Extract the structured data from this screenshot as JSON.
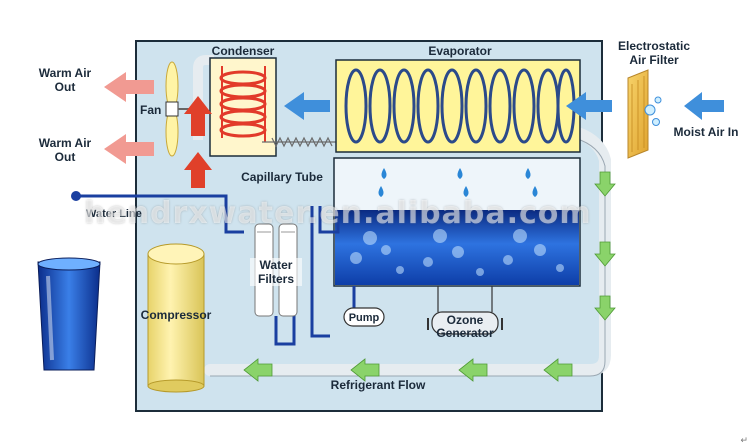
{
  "labels": {
    "condenser": "Condenser",
    "evaporator": "Evaporator",
    "electrostatic_filter_line1": "Electrostatic",
    "electrostatic_filter_line2": "Air Filter",
    "moist_air_in": "Moist Air In",
    "warm_air_out_1_line1": "Warm Air",
    "warm_air_out_1_line2": "Out",
    "warm_air_out_2_line1": "Warm Air",
    "warm_air_out_2_line2": "Out",
    "fan": "Fan",
    "capillary_tube": "Capillary Tube",
    "water_line": "Water Line",
    "water_filters_line1": "Water",
    "water_filters_line2": "Filters",
    "compressor": "Compressor",
    "pump": "Pump",
    "ozone_generator_line1": "Ozone",
    "ozone_generator_line2": "Generator",
    "refrigerant_flow": "Refrigerant Flow"
  },
  "watermark": "hendrxwater.en.alibaba.com",
  "corner_mark": "↵",
  "colors": {
    "panel_bg": "#cfe3ee",
    "panel_border": "#1c2d3a",
    "condenser_bg": "#fff6cc",
    "evaporator_bg": "#fff59a",
    "evaporator_coil": "#2b4a8a",
    "condenser_coil": "#e23a2a",
    "water_pipe": "#1a3fa0",
    "tank_water": "#1c58c8",
    "compressor": "#f5e58a",
    "warm_arrow": "#f19a92",
    "heat_arrow": "#e0402a",
    "air_arrow": "#3f8fdb",
    "flow_arrow": "#8ad36a",
    "refrigerant_pipe": "#f4f6f8"
  }
}
